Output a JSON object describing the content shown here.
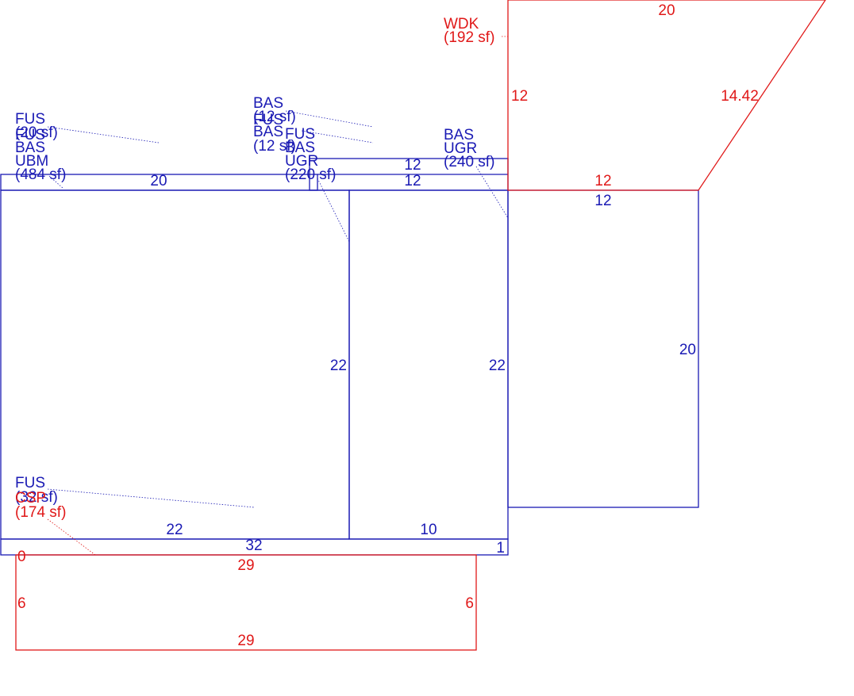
{
  "areas": {
    "wdk_code": "WDK",
    "wdk_area": "(192 sf)",
    "fus_top_left_code": "FUS",
    "fus_top_left_area": "(20 sf)",
    "fus_top_left_overlap": "FUS",
    "bas_ubm_code": "BAS",
    "bas_ubm_type": "UBM",
    "bas_ubm_area": "(484 sf)",
    "bas_center_top_code": "BAS",
    "bas_center_top_area": "(12 sf)",
    "fus_center_overlap": "FUS",
    "bas_center_mid_code": "BAS",
    "bas_center_mid_area": "(12 sf)",
    "fus_center_code": "FUS",
    "bas_ugr_center_code": "BAS",
    "bas_ugr_center_type": "UGR",
    "bas_ugr_center_area": "(220 sf)",
    "bas_ugr_right_code": "BAS",
    "bas_ugr_right_type": "UGR",
    "bas_ugr_right_area": "(240 sf)",
    "fus_bottom_code": "FUS",
    "fus_bottom_area": "(32 sf)",
    "csp_code": "CSP",
    "csp_area": "(174 sf)"
  },
  "dimensions": {
    "wdk_top": "20",
    "wdk_left": "12",
    "wdk_diagonal": "14.42",
    "wdk_bottom": "12",
    "right_bay_top": "12",
    "right_bay_side": "20",
    "ubm_top": "20",
    "strip_top": "12",
    "strip_bottom": "12",
    "ubm_right": "22",
    "center_right": "22",
    "ubm_bottom": "22",
    "center_bottom": "10",
    "fus_strip_bottom": "32",
    "fus_strip_right": "1",
    "csp_left_top": "0",
    "csp_top": "29",
    "csp_left": "6",
    "csp_right": "6",
    "csp_bottom": "29"
  },
  "colors": {
    "living": "#1a1ab4",
    "exterior": "#e01818"
  }
}
